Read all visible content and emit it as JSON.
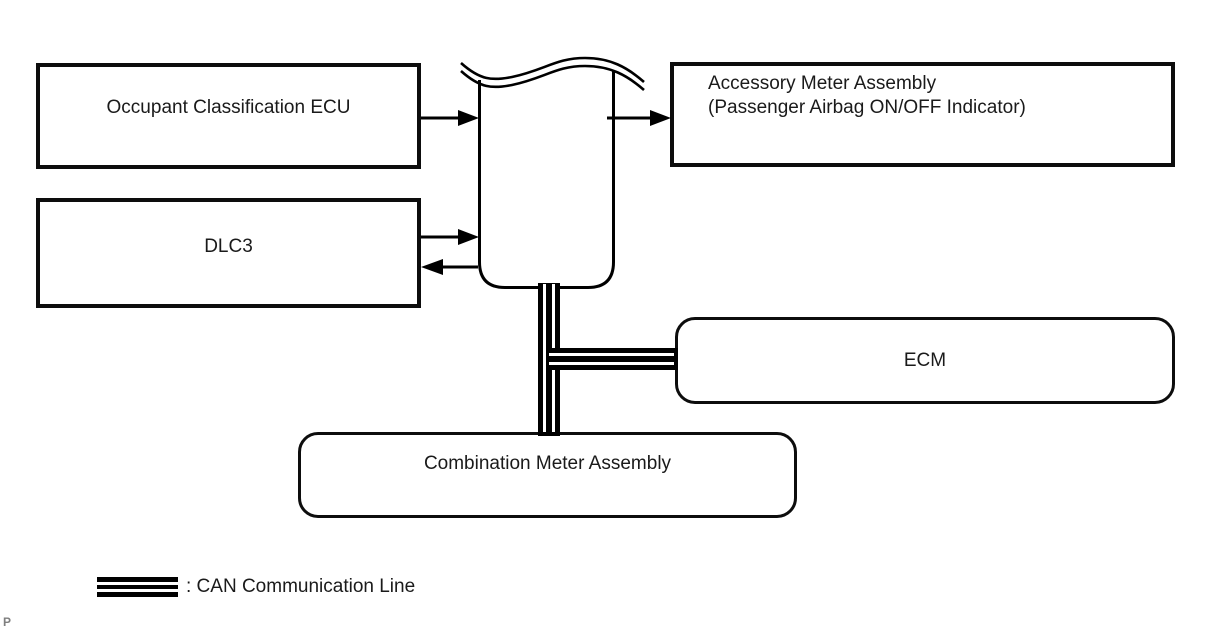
{
  "nodes": {
    "occupant": {
      "label": "Occupant Classification ECU"
    },
    "dlc3": {
      "label": "DLC3"
    },
    "accessory": {
      "label_line1": "Accessory Meter Assembly",
      "label_line2": "(Passenger Airbag ON/OFF Indicator)"
    },
    "ecm": {
      "label": "ECM"
    },
    "combination_meter": {
      "label": "Combination Meter Assembly"
    }
  },
  "legend": {
    "label": ": CAN Communication Line"
  },
  "footer": {
    "label": "P"
  },
  "colors": {
    "line": "#000000",
    "box_border": "#0d0d0d",
    "text": "#1a1a1a",
    "footer_text": "#7f7f7f",
    "background": "#ffffff"
  }
}
